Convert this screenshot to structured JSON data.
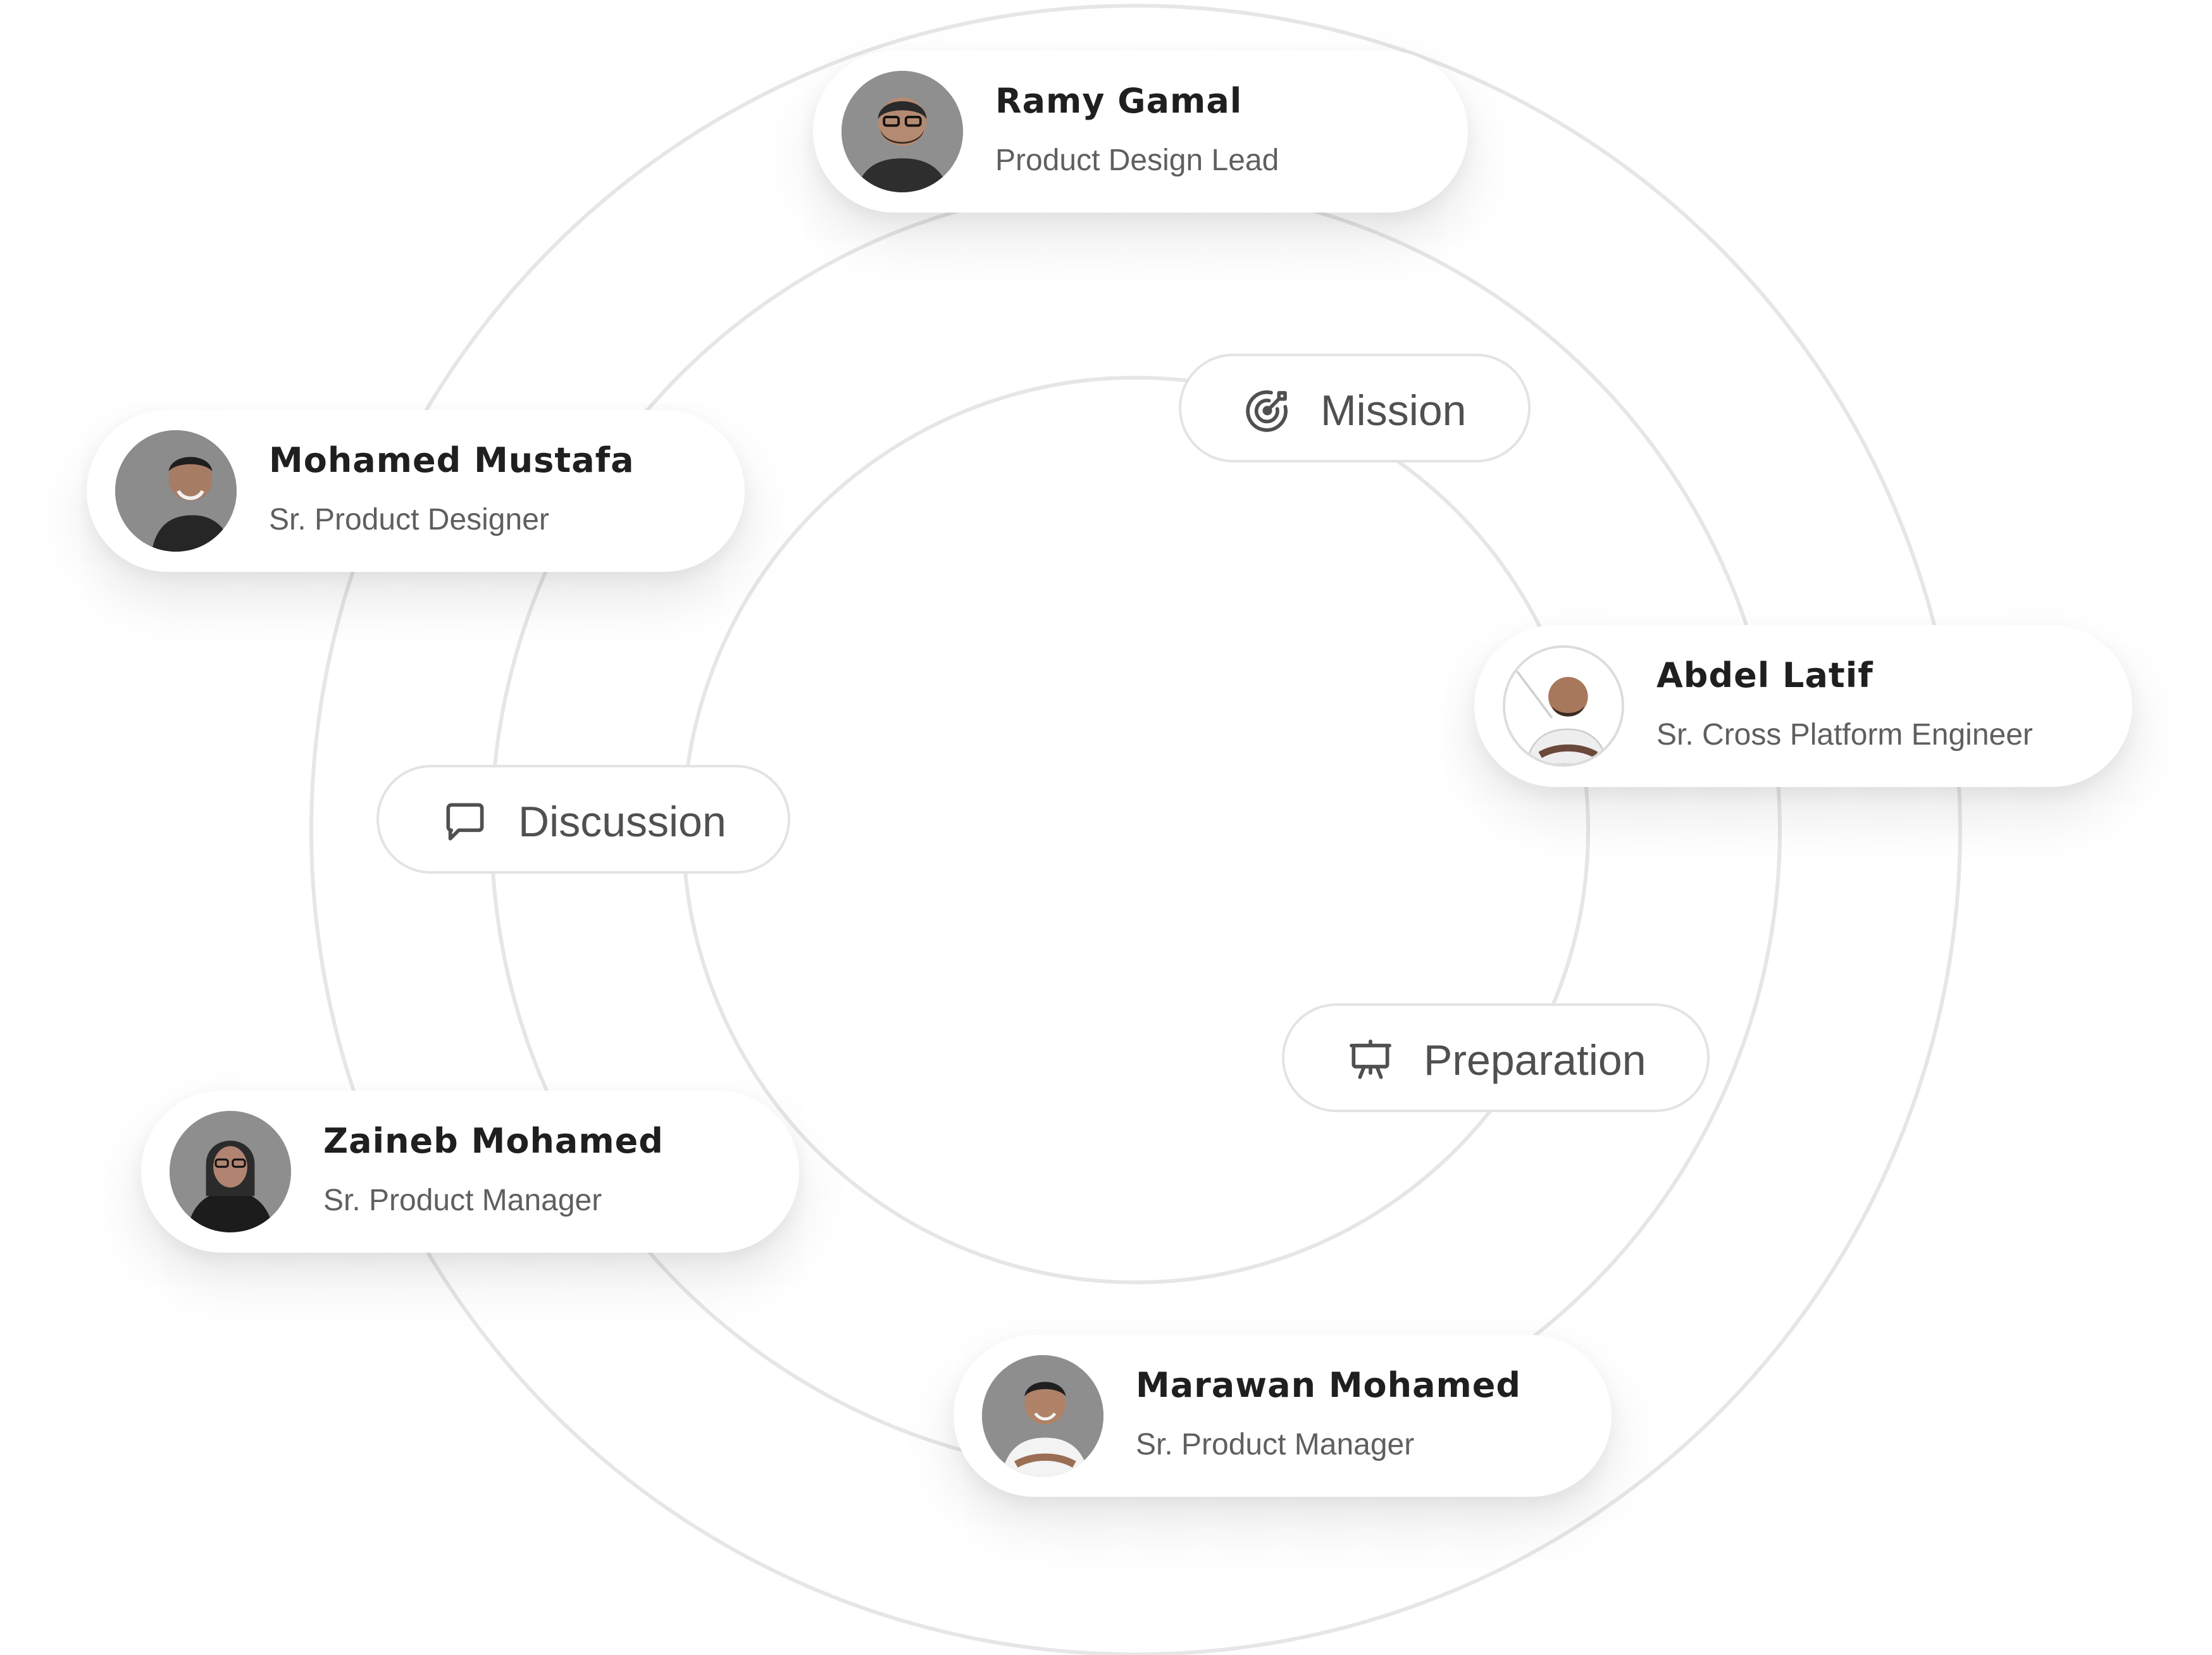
{
  "people": [
    {
      "name": "Ramy Gamal",
      "role": "Product Design Lead"
    },
    {
      "name": "Mohamed Mustafa",
      "role": "Sr. Product Designer"
    },
    {
      "name": "Abdel Latif",
      "role": "Sr. Cross Platform Engineer"
    },
    {
      "name": "Zaineb Mohamed",
      "role": "Sr. Product Manager"
    },
    {
      "name": "Marawan Mohamed",
      "role": "Sr. Product Manager"
    }
  ],
  "topics": [
    {
      "label": "Mission",
      "icon": "target-icon"
    },
    {
      "label": "Discussion",
      "icon": "chat-bubble-icon"
    },
    {
      "label": "Preparation",
      "icon": "presentation-board-icon"
    }
  ],
  "colors": {
    "ring": "#e6e6e6",
    "name_text": "#1f1f1f",
    "role_text": "#5f5f5f",
    "pill_border": "#e3e3e3",
    "pill_text": "#505050"
  }
}
